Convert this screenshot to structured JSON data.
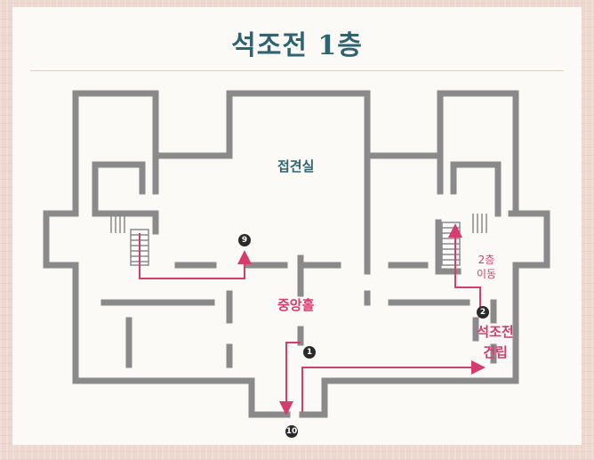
{
  "title": "석조전 1층",
  "rooms": {
    "reception": "접견실",
    "central_hall": "중앙홀"
  },
  "annotations": {
    "move_to_floor2_line1": "2층",
    "move_to_floor2_line2": "이동",
    "building_line1": "석조전",
    "building_line2": "건립"
  },
  "markers": [
    {
      "id": "m1",
      "label": "1"
    },
    {
      "id": "m2",
      "label": "2"
    },
    {
      "id": "m9",
      "label": "9"
    },
    {
      "id": "m10",
      "label": "10"
    }
  ],
  "colors": {
    "wall": "#8a8a8a",
    "route": "#d43d6e",
    "title": "#2e6470",
    "marker": "#2a2a2a"
  }
}
